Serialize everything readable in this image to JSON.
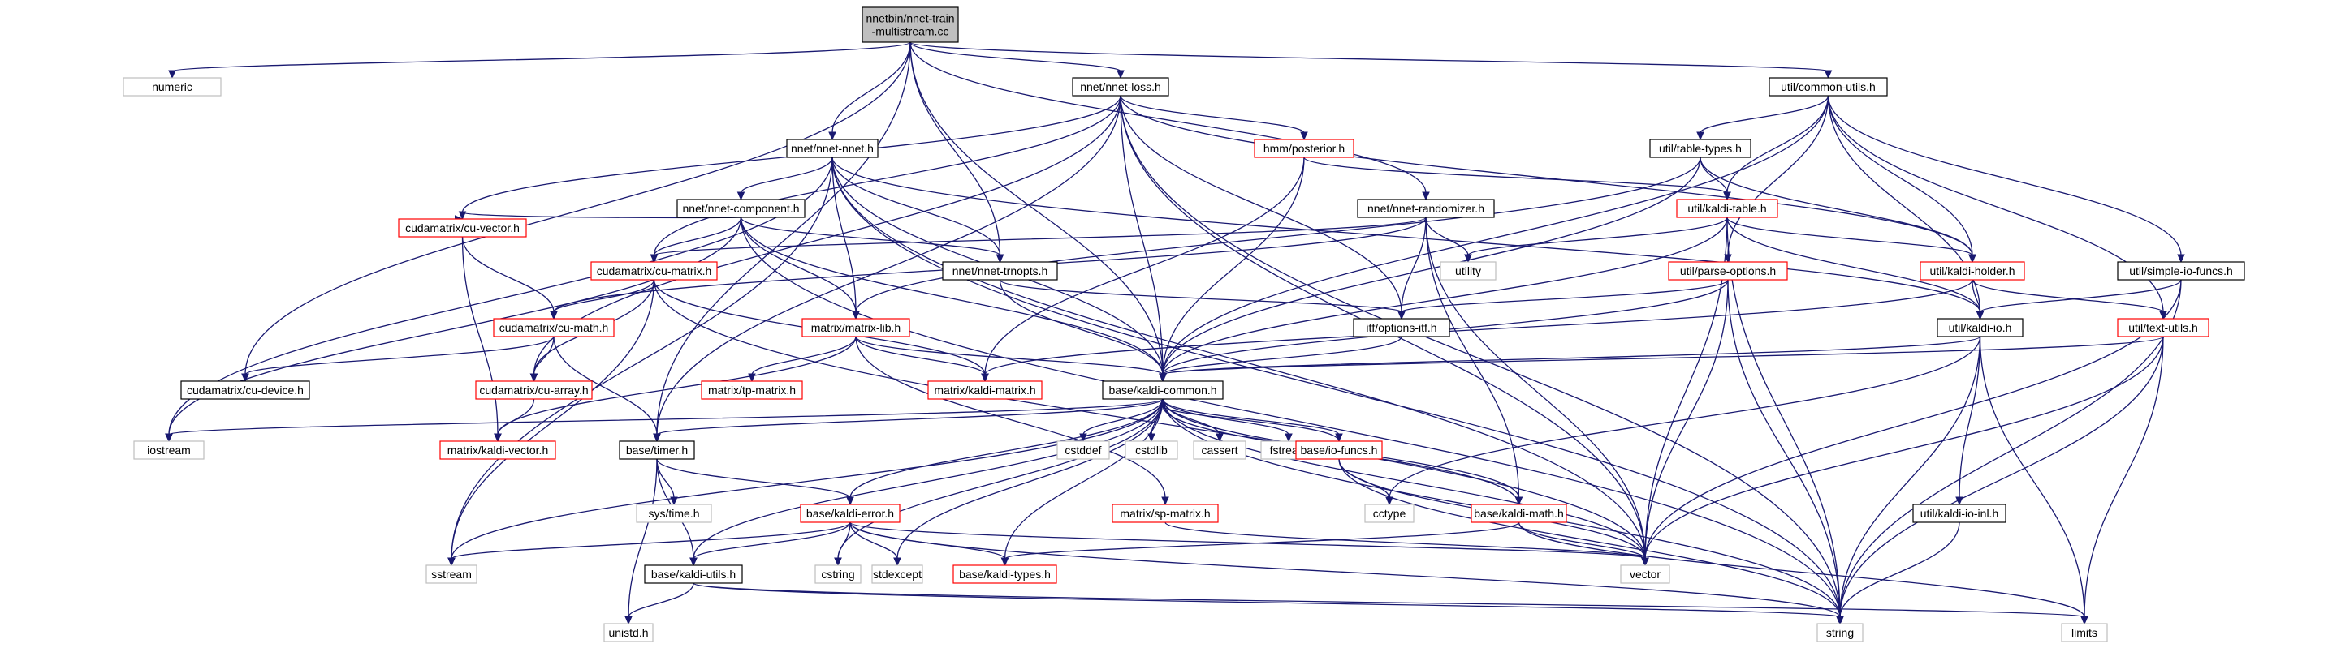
{
  "colors": {
    "edge": "#191970",
    "root_fill": "#bfbfbf",
    "border_black": "#000000",
    "border_red": "#ff0000",
    "border_gray": "#bfbfbf",
    "text": "#000000"
  },
  "nodes": [
    {
      "id": "root",
      "lines": [
        "nnetbin/nnet-train",
        "-multistream.cc"
      ],
      "style": "root"
    },
    {
      "id": "numeric",
      "lines": [
        "numeric"
      ],
      "style": "gray"
    },
    {
      "id": "nnetloss",
      "lines": [
        "nnet/nnet-loss.h"
      ],
      "style": "black"
    },
    {
      "id": "commonutils",
      "lines": [
        "util/common-utils.h"
      ],
      "style": "black"
    },
    {
      "id": "nnetnnet",
      "lines": [
        "nnet/nnet-nnet.h"
      ],
      "style": "black"
    },
    {
      "id": "posterior",
      "lines": [
        "hmm/posterior.h"
      ],
      "style": "red"
    },
    {
      "id": "tabletypes",
      "lines": [
        "util/table-types.h"
      ],
      "style": "black"
    },
    {
      "id": "nnetcomponent",
      "lines": [
        "nnet/nnet-component.h"
      ],
      "style": "black"
    },
    {
      "id": "randomizer",
      "lines": [
        "nnet/nnet-randomizer.h"
      ],
      "style": "black"
    },
    {
      "id": "kalditable",
      "lines": [
        "util/kaldi-table.h"
      ],
      "style": "red"
    },
    {
      "id": "cuvector",
      "lines": [
        "cudamatrix/cu-vector.h"
      ],
      "style": "red"
    },
    {
      "id": "cumatrix",
      "lines": [
        "cudamatrix/cu-matrix.h"
      ],
      "style": "red"
    },
    {
      "id": "trnopts",
      "lines": [
        "nnet/nnet-trnopts.h"
      ],
      "style": "black"
    },
    {
      "id": "utility",
      "lines": [
        "utility"
      ],
      "style": "gray"
    },
    {
      "id": "parseoptions",
      "lines": [
        "util/parse-options.h"
      ],
      "style": "red"
    },
    {
      "id": "kaldiholder",
      "lines": [
        "util/kaldi-holder.h"
      ],
      "style": "red"
    },
    {
      "id": "simpleio",
      "lines": [
        "util/simple-io-funcs.h"
      ],
      "style": "black"
    },
    {
      "id": "cumath",
      "lines": [
        "cudamatrix/cu-math.h"
      ],
      "style": "red"
    },
    {
      "id": "matrixlib",
      "lines": [
        "matrix/matrix-lib.h"
      ],
      "style": "red"
    },
    {
      "id": "optionsitf",
      "lines": [
        "itf/options-itf.h"
      ],
      "style": "black"
    },
    {
      "id": "kaldiio",
      "lines": [
        "util/kaldi-io.h"
      ],
      "style": "black"
    },
    {
      "id": "textutils",
      "lines": [
        "util/text-utils.h"
      ],
      "style": "red"
    },
    {
      "id": "cudevice",
      "lines": [
        "cudamatrix/cu-device.h"
      ],
      "style": "black"
    },
    {
      "id": "cuarray",
      "lines": [
        "cudamatrix/cu-array.h"
      ],
      "style": "red"
    },
    {
      "id": "tpmatrix",
      "lines": [
        "matrix/tp-matrix.h"
      ],
      "style": "red"
    },
    {
      "id": "kaldimatrix",
      "lines": [
        "matrix/kaldi-matrix.h"
      ],
      "style": "red"
    },
    {
      "id": "kaldicommon",
      "lines": [
        "base/kaldi-common.h"
      ],
      "style": "black"
    },
    {
      "id": "iostream",
      "lines": [
        "iostream"
      ],
      "style": "gray"
    },
    {
      "id": "kaldivector",
      "lines": [
        "matrix/kaldi-vector.h"
      ],
      "style": "red"
    },
    {
      "id": "timer",
      "lines": [
        "base/timer.h"
      ],
      "style": "black"
    },
    {
      "id": "cstddef",
      "lines": [
        "cstddef"
      ],
      "style": "gray"
    },
    {
      "id": "cstdlib",
      "lines": [
        "cstdlib"
      ],
      "style": "gray"
    },
    {
      "id": "cassert",
      "lines": [
        "cassert"
      ],
      "style": "gray"
    },
    {
      "id": "fstream",
      "lines": [
        "fstream"
      ],
      "style": "gray"
    },
    {
      "id": "iofuncs",
      "lines": [
        "base/io-funcs.h"
      ],
      "style": "red"
    },
    {
      "id": "systime",
      "lines": [
        "sys/time.h"
      ],
      "style": "gray"
    },
    {
      "id": "cctype",
      "lines": [
        "cctype"
      ],
      "style": "gray"
    },
    {
      "id": "kaldierror",
      "lines": [
        "base/kaldi-error.h"
      ],
      "style": "red"
    },
    {
      "id": "spmatrix",
      "lines": [
        "matrix/sp-matrix.h"
      ],
      "style": "red"
    },
    {
      "id": "kaldimath",
      "lines": [
        "base/kaldi-math.h"
      ],
      "style": "red"
    },
    {
      "id": "kaldiioinl",
      "lines": [
        "util/kaldi-io-inl.h"
      ],
      "style": "black"
    },
    {
      "id": "sstream",
      "lines": [
        "sstream"
      ],
      "style": "gray"
    },
    {
      "id": "kaldiutils",
      "lines": [
        "base/kaldi-utils.h"
      ],
      "style": "black"
    },
    {
      "id": "cstring",
      "lines": [
        "cstring"
      ],
      "style": "gray"
    },
    {
      "id": "stdexcept",
      "lines": [
        "stdexcept"
      ],
      "style": "gray"
    },
    {
      "id": "kalditypes",
      "lines": [
        "base/kaldi-types.h"
      ],
      "style": "red"
    },
    {
      "id": "vector",
      "lines": [
        "vector"
      ],
      "style": "gray"
    },
    {
      "id": "unistd",
      "lines": [
        "unistd.h"
      ],
      "style": "gray"
    },
    {
      "id": "string",
      "lines": [
        "string"
      ],
      "style": "gray"
    },
    {
      "id": "limits",
      "lines": [
        "limits"
      ],
      "style": "gray"
    }
  ],
  "edges": [
    [
      "root",
      "numeric"
    ],
    [
      "root",
      "nnetloss"
    ],
    [
      "root",
      "commonutils"
    ],
    [
      "root",
      "nnetnnet"
    ],
    [
      "root",
      "randomizer"
    ],
    [
      "root",
      "trnopts"
    ],
    [
      "root",
      "cudevice"
    ],
    [
      "root",
      "timer"
    ],
    [
      "root",
      "kaldicommon"
    ],
    [
      "nnetloss",
      "posterior"
    ],
    [
      "nnetloss",
      "cuvector"
    ],
    [
      "nnetloss",
      "cumatrix"
    ],
    [
      "nnetloss",
      "cuarray"
    ],
    [
      "nnetloss",
      "kaldicommon"
    ],
    [
      "nnetloss",
      "timer"
    ],
    [
      "nnetloss",
      "optionsitf"
    ],
    [
      "nnetloss",
      "kaldiholder"
    ],
    [
      "nnetloss",
      "vector"
    ],
    [
      "nnetloss",
      "string"
    ],
    [
      "commonutils",
      "tabletypes"
    ],
    [
      "commonutils",
      "kalditable"
    ],
    [
      "commonutils",
      "parseoptions"
    ],
    [
      "commonutils",
      "kaldiholder"
    ],
    [
      "commonutils",
      "kaldiio"
    ],
    [
      "commonutils",
      "simpleio"
    ],
    [
      "commonutils",
      "textutils"
    ],
    [
      "commonutils",
      "kaldicommon"
    ],
    [
      "nnetnnet",
      "nnetcomponent"
    ],
    [
      "nnetnnet",
      "trnopts"
    ],
    [
      "nnetnnet",
      "matrixlib"
    ],
    [
      "nnetnnet",
      "kaldicommon"
    ],
    [
      "nnetnnet",
      "kaldiio"
    ],
    [
      "nnetnnet",
      "iostream"
    ],
    [
      "nnetnnet",
      "sstream"
    ],
    [
      "nnetnnet",
      "vector"
    ],
    [
      "nnetnnet",
      "string"
    ],
    [
      "posterior",
      "kalditable"
    ],
    [
      "posterior",
      "kaldicommon"
    ],
    [
      "posterior",
      "kaldimatrix"
    ],
    [
      "tabletypes",
      "kalditable"
    ],
    [
      "tabletypes",
      "kaldiholder"
    ],
    [
      "tabletypes",
      "matrixlib"
    ],
    [
      "tabletypes",
      "kaldicommon"
    ],
    [
      "nnetcomponent",
      "cumatrix"
    ],
    [
      "nnetcomponent",
      "cuvector"
    ],
    [
      "nnetcomponent",
      "trnopts"
    ],
    [
      "nnetcomponent",
      "matrixlib"
    ],
    [
      "nnetcomponent",
      "kaldicommon"
    ],
    [
      "nnetcomponent",
      "iostream"
    ],
    [
      "nnetcomponent",
      "string"
    ],
    [
      "randomizer",
      "cumatrix"
    ],
    [
      "randomizer",
      "cumath"
    ],
    [
      "randomizer",
      "optionsitf"
    ],
    [
      "randomizer",
      "kaldimath"
    ],
    [
      "randomizer",
      "utility"
    ],
    [
      "randomizer",
      "vector"
    ],
    [
      "kalditable",
      "kaldiholder"
    ],
    [
      "kalditable",
      "kaldiio"
    ],
    [
      "kalditable",
      "utility"
    ],
    [
      "kalditable",
      "vector"
    ],
    [
      "kalditable",
      "string"
    ],
    [
      "kalditable",
      "kaldicommon"
    ],
    [
      "cuvector",
      "cumath"
    ],
    [
      "cuvector",
      "kaldivector"
    ],
    [
      "cumatrix",
      "cumath"
    ],
    [
      "cumatrix",
      "cuarray"
    ],
    [
      "cumatrix",
      "kaldimatrix"
    ],
    [
      "cumatrix",
      "sstream"
    ],
    [
      "cumatrix",
      "vector"
    ],
    [
      "trnopts",
      "kaldicommon"
    ],
    [
      "trnopts",
      "optionsitf"
    ],
    [
      "parseoptions",
      "optionsitf"
    ],
    [
      "parseoptions",
      "kaldicommon"
    ],
    [
      "parseoptions",
      "vector"
    ],
    [
      "parseoptions",
      "string"
    ],
    [
      "kaldiholder",
      "kaldiio"
    ],
    [
      "kaldiholder",
      "textutils"
    ],
    [
      "kaldiholder",
      "kaldimatrix"
    ],
    [
      "simpleio",
      "kaldiio"
    ],
    [
      "simpleio",
      "vector"
    ],
    [
      "simpleio",
      "string"
    ],
    [
      "cumath",
      "cuarray"
    ],
    [
      "cumath",
      "cudevice"
    ],
    [
      "cumath",
      "timer"
    ],
    [
      "matrixlib",
      "tpmatrix"
    ],
    [
      "matrixlib",
      "kaldimatrix"
    ],
    [
      "matrixlib",
      "spmatrix"
    ],
    [
      "matrixlib",
      "kaldivector"
    ],
    [
      "matrixlib",
      "kaldicommon"
    ],
    [
      "optionsitf",
      "kaldicommon"
    ],
    [
      "kaldiio",
      "kaldicommon"
    ],
    [
      "kaldiio",
      "kaldiioinl"
    ],
    [
      "kaldiio",
      "cctype"
    ],
    [
      "kaldiio",
      "string"
    ],
    [
      "kaldiio",
      "limits"
    ],
    [
      "textutils",
      "kaldicommon"
    ],
    [
      "textutils",
      "vector"
    ],
    [
      "textutils",
      "string"
    ],
    [
      "textutils",
      "limits"
    ],
    [
      "cuarray",
      "kaldivector"
    ],
    [
      "kaldicommon",
      "iostream"
    ],
    [
      "kaldicommon",
      "cstddef"
    ],
    [
      "kaldicommon",
      "cstdlib"
    ],
    [
      "kaldicommon",
      "cassert"
    ],
    [
      "kaldicommon",
      "fstream"
    ],
    [
      "kaldicommon",
      "iofuncs"
    ],
    [
      "kaldicommon",
      "kaldierror"
    ],
    [
      "kaldicommon",
      "kaldimath"
    ],
    [
      "kaldicommon",
      "kaldiutils"
    ],
    [
      "kaldicommon",
      "kalditypes"
    ],
    [
      "kaldicommon",
      "timer"
    ],
    [
      "kaldicommon",
      "sstream"
    ],
    [
      "kaldicommon",
      "cstring"
    ],
    [
      "kaldicommon",
      "stdexcept"
    ],
    [
      "kaldicommon",
      "vector"
    ],
    [
      "kaldicommon",
      "string"
    ],
    [
      "timer",
      "kaldierror"
    ],
    [
      "timer",
      "kaldiutils"
    ],
    [
      "timer",
      "systime"
    ],
    [
      "timer",
      "unistd"
    ],
    [
      "iofuncs",
      "kaldicommon"
    ],
    [
      "iofuncs",
      "cctype"
    ],
    [
      "iofuncs",
      "vector"
    ],
    [
      "iofuncs",
      "string"
    ],
    [
      "kaldierror",
      "kalditypes"
    ],
    [
      "kaldierror",
      "kaldiutils"
    ],
    [
      "kaldierror",
      "sstream"
    ],
    [
      "kaldierror",
      "cstring"
    ],
    [
      "kaldierror",
      "stdexcept"
    ],
    [
      "kaldierror",
      "vector"
    ],
    [
      "kaldierror",
      "string"
    ],
    [
      "spmatrix",
      "vector"
    ],
    [
      "kaldimath",
      "kalditypes"
    ],
    [
      "kaldimath",
      "kaldicommon"
    ],
    [
      "kaldimath",
      "vector"
    ],
    [
      "kaldimath",
      "limits"
    ],
    [
      "kaldiioinl",
      "string"
    ],
    [
      "kaldiutils",
      "string"
    ],
    [
      "kaldiutils",
      "unistd"
    ],
    [
      "kaldiutils",
      "limits"
    ]
  ]
}
